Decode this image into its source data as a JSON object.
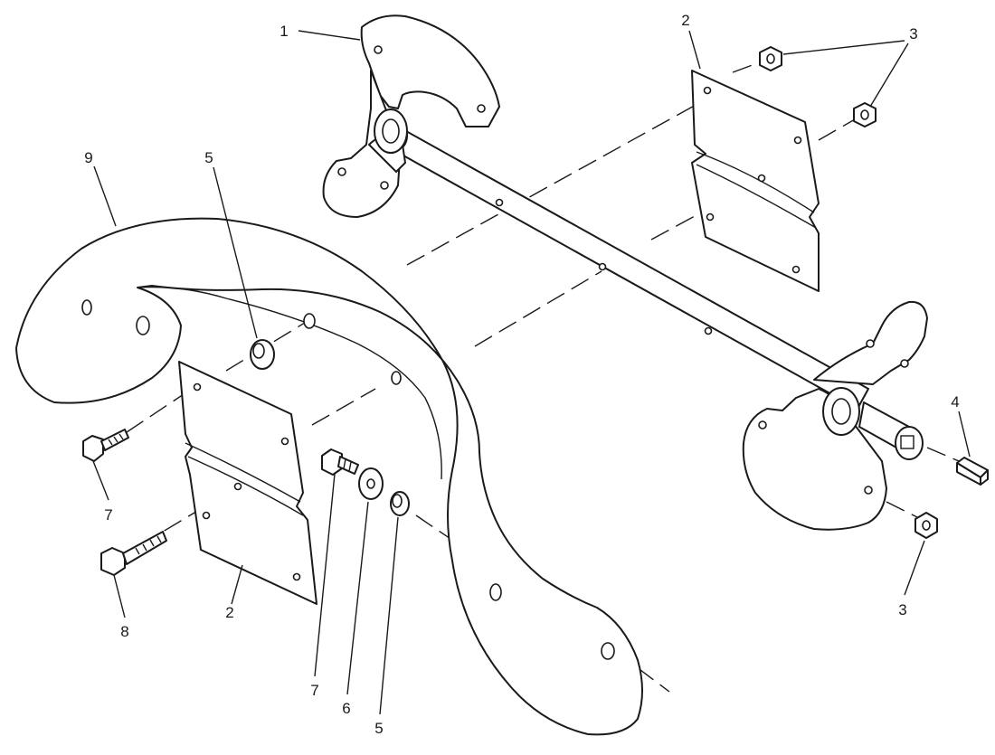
{
  "callouts": [
    {
      "id": "c1",
      "label": "1"
    },
    {
      "id": "c2a",
      "label": "2"
    },
    {
      "id": "c3a",
      "label": "3"
    },
    {
      "id": "c4",
      "label": "4"
    },
    {
      "id": "c3b",
      "label": "3"
    },
    {
      "id": "c9",
      "label": "9"
    },
    {
      "id": "c5a",
      "label": "5"
    },
    {
      "id": "c7a",
      "label": "7"
    },
    {
      "id": "c8",
      "label": "8"
    },
    {
      "id": "c2b",
      "label": "2"
    },
    {
      "id": "c7b",
      "label": "7"
    },
    {
      "id": "c6",
      "label": "6"
    },
    {
      "id": "c5b",
      "label": "5"
    }
  ]
}
